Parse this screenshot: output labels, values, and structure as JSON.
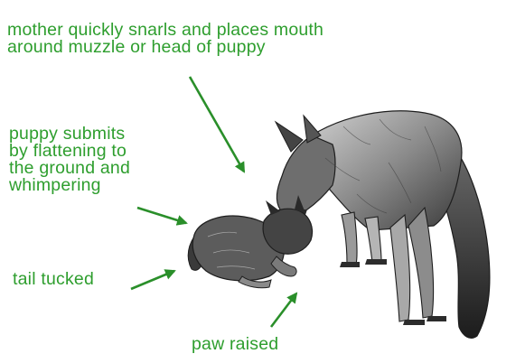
{
  "colors": {
    "label_green": "#2e9e2e",
    "arrow_green": "#2a8f2a",
    "ink": "#1e1e1e",
    "fur_mid": "#7a7a7a",
    "fur_light": "#bdbdbd"
  },
  "illustration": {
    "subject": "adult dog and puppy",
    "style": "grayscale pencil sketch"
  },
  "annotations": {
    "mother": "mother quickly snarls and places mouth\naround muzzle or head of puppy",
    "puppy": "puppy submits\nby flattening to\nthe ground and\nwhimpering",
    "tail": "tail tucked",
    "paw": "paw raised"
  }
}
